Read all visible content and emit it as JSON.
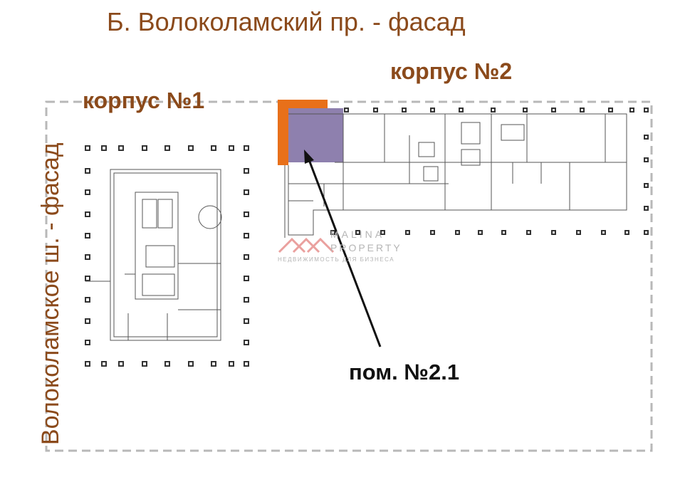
{
  "facade_top": "Б. Волоколамский пр. - фасад",
  "facade_left": "Волоколамское ш. - фасад",
  "building_1": {
    "title": "корпус №1"
  },
  "building_2": {
    "title": "корпус №2"
  },
  "premise": {
    "label": "пом. №2.1"
  },
  "watermark": {
    "line1": "MALINA",
    "line2": "PROPERTY",
    "line3": "НЕДВИЖИМОСТЬ ДЛЯ БИЗНЕСА"
  },
  "colors": {
    "title_brown": "#8b4a1b",
    "highlight_orange": "#e8701a",
    "premise_purple": "#7a6aa0",
    "dashed_border": "#b8b8b8",
    "logo_red": "#d9534f"
  }
}
